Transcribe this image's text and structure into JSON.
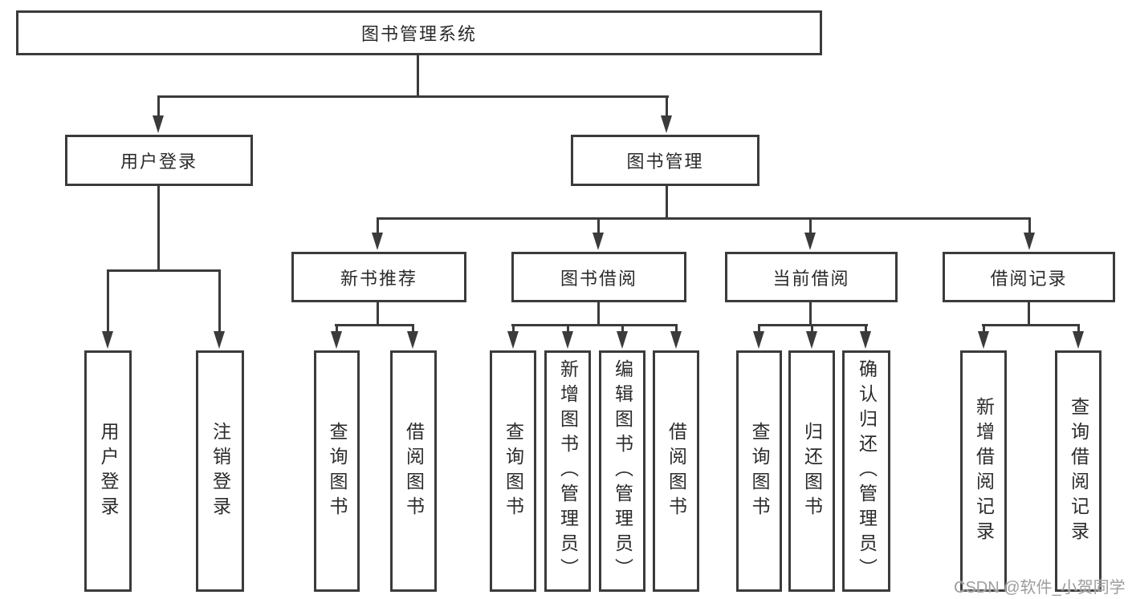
{
  "tree": {
    "label": "图书管理系统",
    "children": [
      {
        "label": "用户登录",
        "children": [
          {
            "label": "用户登录"
          },
          {
            "label": "注销登录"
          }
        ]
      },
      {
        "label": "图书管理",
        "children": [
          {
            "label": "新书推荐",
            "children": [
              {
                "label": "查询图书"
              },
              {
                "label": "借阅图书"
              }
            ]
          },
          {
            "label": "图书借阅",
            "children": [
              {
                "label": "查询图书"
              },
              {
                "label": "新增图书（管理员）"
              },
              {
                "label": "编辑图书（管理员）"
              },
              {
                "label": "借阅图书"
              }
            ]
          },
          {
            "label": "当前借阅",
            "children": [
              {
                "label": "查询图书"
              },
              {
                "label": "归还图书"
              },
              {
                "label": "确认归还（管理员）"
              }
            ]
          },
          {
            "label": "借阅记录",
            "children": [
              {
                "label": "新增借阅记录"
              },
              {
                "label": "查询借阅记录"
              }
            ]
          }
        ]
      }
    ]
  },
  "watermark": {
    "text": "CSDN @软件_小贺同学"
  },
  "colors": {
    "line": "#3b3b3b",
    "text": "#2b2b2b",
    "box_background": "#ffffff",
    "page_background": "#ffffff",
    "watermark": "#9d9d9d"
  }
}
